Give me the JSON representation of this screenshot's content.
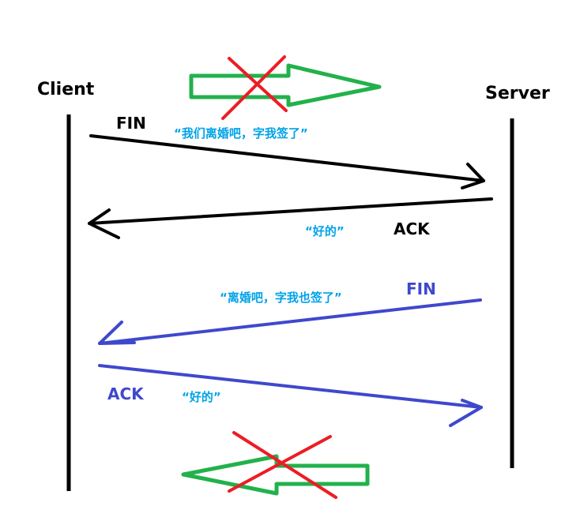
{
  "parties": {
    "client": "Client",
    "server": "Server"
  },
  "messages": [
    {
      "flag": "FIN",
      "quote": "“我们离婚吧，字我签了”"
    },
    {
      "flag": "ACK",
      "quote": "“好的”"
    },
    {
      "flag": "FIN",
      "quote": "“离婚吧，字我也签了”"
    },
    {
      "flag": "ACK",
      "quote": "“好的”"
    }
  ],
  "colors": {
    "black": "#000000",
    "blue": "#3f48cc",
    "quote": "#00a2e8",
    "green": "#22b14c",
    "red": "#ed1c24"
  },
  "icons": [
    "green-right-arrow-icon",
    "green-left-arrow-icon",
    "red-cross-icon"
  ]
}
